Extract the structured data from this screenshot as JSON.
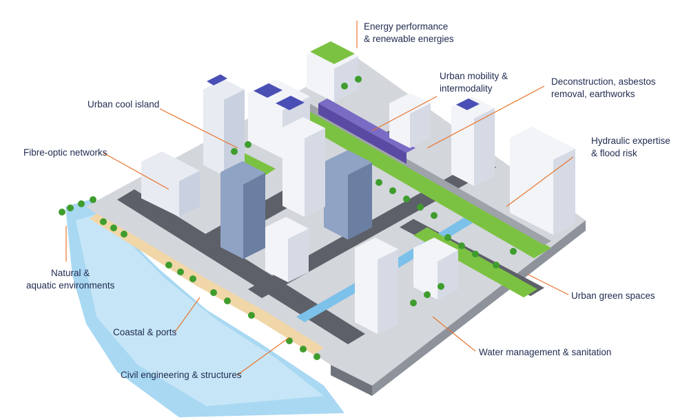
{
  "labels": {
    "energy": {
      "line1": "Energy performance",
      "line2": "& renewable energies"
    },
    "mobility": {
      "line1": "Urban mobility &",
      "line2": "intermodality"
    },
    "deconstruction": {
      "line1": "Deconstruction, asbestos",
      "line2": "removal, earthworks"
    },
    "cool_island": {
      "line1": "Urban cool island"
    },
    "hydraulic": {
      "line1": "Hydraulic expertise",
      "line2": "& flood risk"
    },
    "fibre": {
      "line1": "Fibre-optic networks"
    },
    "natural": {
      "line1": "Natural &",
      "line2": "aquatic environments"
    },
    "green_spaces": {
      "line1": "Urban green spaces"
    },
    "coastal": {
      "line1": "Coastal & ports"
    },
    "water": {
      "line1": "Water management & sanitation"
    },
    "civil": {
      "line1": "Civil engineering & structures"
    }
  },
  "colors": {
    "label_text": "#1f2a4f",
    "leader_line": "#e8732a",
    "water": "#a9d8f2",
    "ground": "#d3d6db",
    "road": "#5d6068",
    "grass": "#7cc242",
    "tree": "#3f9d2e",
    "building": "#f2f4f8",
    "glass_tower": "#8fa3c4",
    "solar_panel": "#4a4fb5",
    "tram": "#5b4aa3"
  },
  "icons": {
    "tram": "tram-icon",
    "solar": "solar-panel-icon",
    "tree": "tree-icon"
  }
}
